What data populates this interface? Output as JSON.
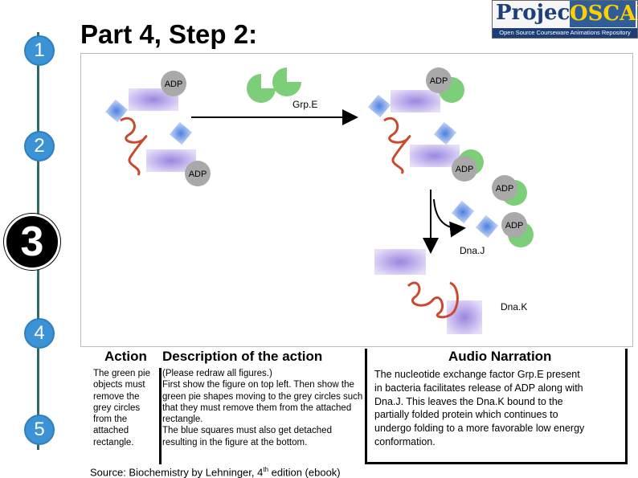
{
  "slide": {
    "title": "Part 4, Step 2:",
    "steps": [
      "1",
      "2",
      "3",
      "4",
      "5"
    ],
    "current_step": "3"
  },
  "logo": {
    "word1": "Project",
    "word2": "OSCAR",
    "tagline": "Open Source Courseware Animations Repository"
  },
  "figure": {
    "labels": {
      "adp_top_left": "ADP",
      "adp_bottom_left": "ADP",
      "adp_top_right": "ADP",
      "adp_mid_right": "ADP",
      "adp_lower_right": "ADP",
      "adp_lowest_right": "ADP",
      "grpe": "Grp.E",
      "dnaj": "Dna.J",
      "dnak": "Dna.K"
    },
    "colors": {
      "adp_grey": "#a9a9a9",
      "grpe_green": "#7ccf78",
      "dnaj_blue": "#6f98e6",
      "dnak_purple": "#b9a7e6",
      "protein_red": "#c94a2c"
    }
  },
  "table": {
    "action_header": "Action",
    "description_header": "Description of the action",
    "audio_header": "Audio Narration",
    "action_lines": [
      "The green pie",
      "objects must",
      "remove the",
      "grey circles",
      "from the",
      "attached",
      "rectangle."
    ],
    "description_lines": [
      "(Please redraw all figures.)",
      "First show the figure on top left. Then show the",
      "green pie shapes moving to the grey circles such",
      "that they must remove them from the attached",
      "rectangle.",
      "The blue squares must also get detached",
      "resulting in the figure at the bottom."
    ],
    "audio_lines": [
      "The nucleotide exchange factor Grp.E present",
      "in bacteria facilitates release of ADP  along with",
      "Dna.J. This leaves the Dna.K bound to the",
      "partially folded protein which continues to",
      "undergo folding to a more favorable low energy",
      "conformation."
    ]
  },
  "source": {
    "prefix": "Source: Biochemistry by Lehninger, 4",
    "superscript": "th",
    "suffix": " edition (ebook)"
  }
}
